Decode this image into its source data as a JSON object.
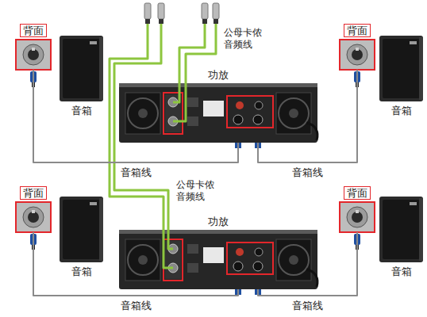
{
  "diagram": {
    "nodes": [
      {
        "text": [
          "背面"
        ]
      },
      {
        "text": [
          "音箱"
        ]
      },
      {
        "text": [
          "功放"
        ]
      },
      {
        "text": [
          "背面"
        ]
      },
      {
        "text": [
          "音箱"
        ]
      },
      {
        "text": [
          "背面"
        ]
      },
      {
        "text": [
          "音箱"
        ]
      },
      {
        "text": [
          "功放"
        ]
      },
      {
        "text": [
          "背面"
        ]
      },
      {
        "text": [
          "音箱"
        ]
      }
    ],
    "edges": [
      {
        "from": 2,
        "to": 0,
        "label": "音箱线",
        "arrow": "none"
      },
      {
        "from": 2,
        "to": 3,
        "label": "音箱线",
        "arrow": "none"
      },
      {
        "from": 7,
        "to": 5,
        "label": "音箱线",
        "arrow": "none"
      },
      {
        "from": 7,
        "to": 8,
        "label": "音箱线",
        "arrow": "none"
      }
    ],
    "labels": [
      "公母卡侬 音频线",
      "公母卡侬 音频线"
    ]
  }
}
